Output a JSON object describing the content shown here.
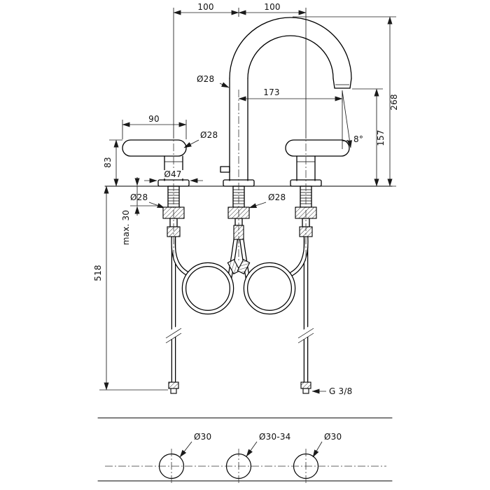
{
  "page": {
    "background": "#ffffff",
    "line_color": "#1a1a1a"
  },
  "drawing": {
    "dims": {
      "span_left": "100",
      "span_right": "100",
      "total_height": "268",
      "outlet_height": "157",
      "reach": "173",
      "spout_dia": "Ø28",
      "outlet_angle": "8°",
      "handle_length": "90",
      "handle_dia": "Ø28",
      "handle_height": "83",
      "escutcheon_dia": "Ø47",
      "shank_dia_left": "Ø28",
      "shank_dia_center": "Ø28",
      "max_thickness": "max. 30",
      "hose_length": "518",
      "thread": "G 3/8"
    },
    "holes": {
      "left": "Ø30",
      "center": "Ø30-34",
      "right": "Ø30"
    }
  }
}
